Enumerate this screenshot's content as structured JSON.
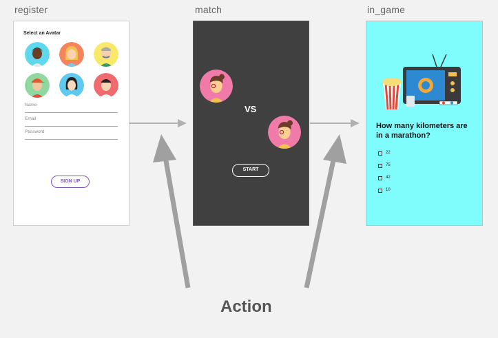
{
  "labels": {
    "register": "register",
    "match": "match",
    "in_game": "in_game",
    "action": "Action"
  },
  "register": {
    "title": "Select an Avatar",
    "fields": [
      "Name",
      "Email",
      "Password"
    ],
    "signup_label": "SIGN UP",
    "avatars": [
      {
        "name": "avatar-1",
        "bg": "#5fd8ee"
      },
      {
        "name": "avatar-2",
        "bg": "#f5845d"
      },
      {
        "name": "avatar-3",
        "bg": "#f9e96a"
      },
      {
        "name": "avatar-4",
        "bg": "#8fd9a0"
      },
      {
        "name": "avatar-5",
        "bg": "#5fc9ee"
      },
      {
        "name": "avatar-6",
        "bg": "#f06b70"
      }
    ]
  },
  "match": {
    "vs_label": "VS",
    "start_label": "START",
    "player_bg": "#f07aa8"
  },
  "in_game": {
    "question": "How many kilometers are in a marathon?",
    "options": [
      "22",
      "75",
      "42",
      "10"
    ]
  },
  "colors": {
    "accent_purple": "#7a55b5",
    "match_bg": "#404040",
    "game_bg": "#7ffcfc",
    "arrow": "#a8a8a8"
  }
}
